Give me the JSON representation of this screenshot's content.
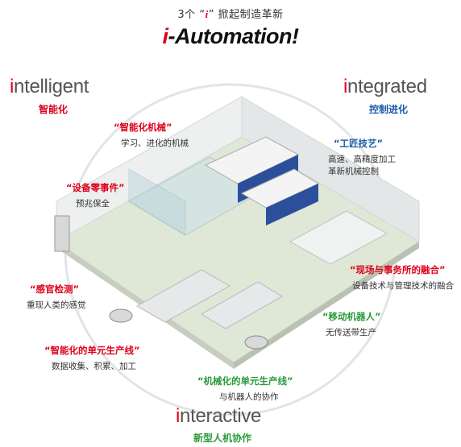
{
  "header": {
    "tagline_pre": "3个",
    "tagline_open_quote": "“",
    "tagline_i": "i",
    "tagline_close_quote": "”",
    "tagline_post": "掀起制造革新",
    "brand_i": "i",
    "brand_rest": "-Automation!"
  },
  "concepts": {
    "intelligent": {
      "first": "i",
      "rest": "ntelligent",
      "sub": "智能化"
    },
    "integrated": {
      "first": "i",
      "rest": "ntegrated",
      "sub": "控制进化"
    },
    "interactive": {
      "first": "i",
      "rest": "nteractive",
      "sub": "新型人机协作"
    }
  },
  "features": [
    {
      "title": "“智能化机械”",
      "desc": "学习、进化的机械"
    },
    {
      "title": "“工匠技艺”",
      "desc": "高速、高精度加工",
      "desc2": "革新机械控制"
    },
    {
      "title": "“设备零事件”",
      "desc": "预兆保全"
    },
    {
      "title": "“现场与事务所的融合”",
      "desc": "设备技术与管理技术的融合"
    },
    {
      "title": "“感官检测”",
      "desc": "重现人类的感觉"
    },
    {
      "title": "“移动机器人”",
      "desc": "无传送带生产"
    },
    {
      "title": "“智能化的单元生产线”",
      "desc": "数据收集、积累、加工"
    },
    {
      "title": "“机械化的单元生产线”",
      "desc": "与机器人的协作"
    }
  ],
  "colors": {
    "red": "#e0001b",
    "blue": "#1a5aa8",
    "green": "#2a9a3a",
    "floor": "#dfe8d6",
    "wall": "#eef0f0"
  }
}
